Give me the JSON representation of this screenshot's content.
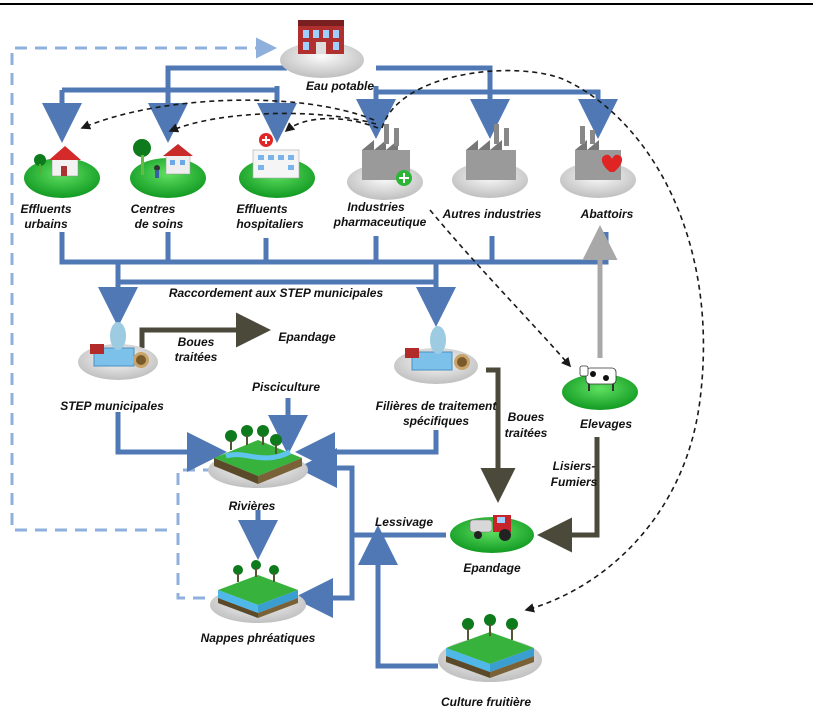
{
  "colors": {
    "blue_flow": "#4f78b5",
    "dashed_blue": "#8fb0dc",
    "black_dashed": "#1a1a1a",
    "sludge_flow": "#4b4a3a",
    "gray_flow": "#a8a8a8",
    "green_disc": "#22b230",
    "gray_disc": "#e2e2e2"
  },
  "nodes": {
    "eau_potable": {
      "label": "Eau potable",
      "icon": "building-icon"
    },
    "effluents_urbains": {
      "label_l1": "Effluents",
      "label_l2": "urbains",
      "icon": "house-icon"
    },
    "centres_soins": {
      "label_l1": "Centres",
      "label_l2": "de soins",
      "icon": "clinic-icon"
    },
    "effluents_hospitaliers": {
      "label_l1": "Effluents",
      "label_l2": "hospitaliers",
      "icon": "hospital-icon"
    },
    "industries_pharma": {
      "label_l1": "Industries",
      "label_l2": "pharmaceutique",
      "icon": "factory-icon"
    },
    "autres_industries": {
      "label": "Autres industries",
      "icon": "factory-icon"
    },
    "abattoirs": {
      "label": "Abattoirs",
      "icon": "factory-heart-icon"
    },
    "step_municipales": {
      "label": "STEP municipales",
      "icon": "treatment-plant-icon"
    },
    "filieres": {
      "label_l1": "Filières de traitement",
      "label_l2": "spécifiques",
      "icon": "treatment-plant-icon"
    },
    "elevages": {
      "label": "Elevages",
      "icon": "cow-icon"
    },
    "rivieres": {
      "label": "Rivières",
      "icon": "river-icon"
    },
    "nappes": {
      "label": "Nappes phréatiques",
      "icon": "aquifer-icon"
    },
    "epandage_node": {
      "label": "Epandage",
      "icon": "tractor-icon"
    },
    "culture_fruitiere": {
      "label": "Culture fruitière",
      "icon": "orchard-icon"
    }
  },
  "edge_labels": {
    "raccordement": "Raccordement aux STEP municipales",
    "boues_traitees_1_l1": "Boues",
    "boues_traitees_1_l2": "traitées",
    "epandage_text": "Epandage",
    "pisciculture": "Pisciculture",
    "boues_traitees_2_l1": "Boues",
    "boues_traitees_2_l2": "traitées",
    "lisiers_l1": "Lisiers-",
    "lisiers_l2": "Fumiers",
    "lessivage": "Lessivage"
  }
}
